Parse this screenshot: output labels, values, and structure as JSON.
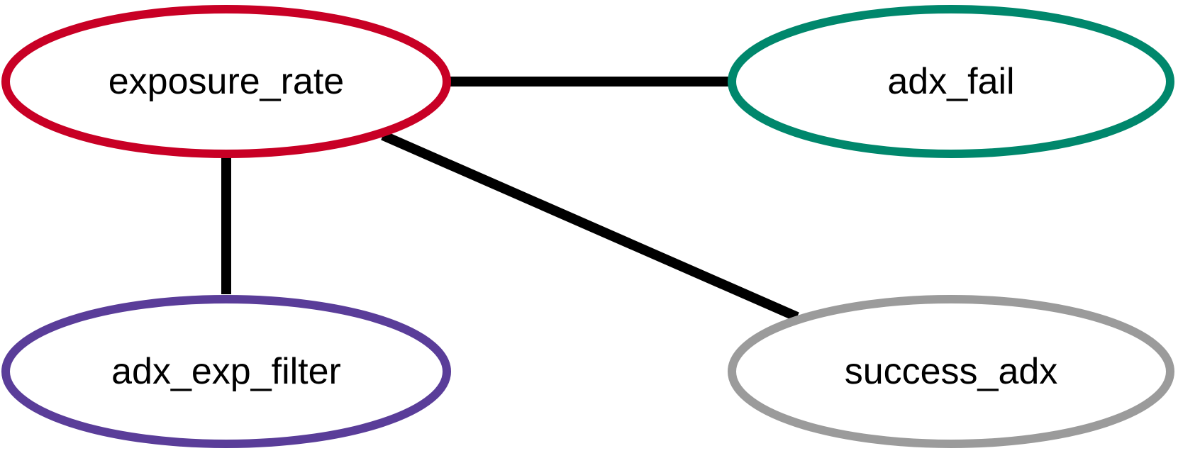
{
  "diagram": {
    "nodes": [
      {
        "id": "exposure_rate",
        "label": "exposure_rate",
        "color": "#c80025"
      },
      {
        "id": "adx_fail",
        "label": "adx_fail",
        "color": "#00876c"
      },
      {
        "id": "adx_exp_filter",
        "label": "adx_exp_filter",
        "color": "#5a3d99"
      },
      {
        "id": "success_adx",
        "label": "success_adx",
        "color": "#9b9b9b"
      }
    ],
    "edges": [
      {
        "from": "exposure_rate",
        "to": "adx_fail"
      },
      {
        "from": "exposure_rate",
        "to": "adx_exp_filter"
      },
      {
        "from": "exposure_rate",
        "to": "success_adx"
      }
    ]
  }
}
